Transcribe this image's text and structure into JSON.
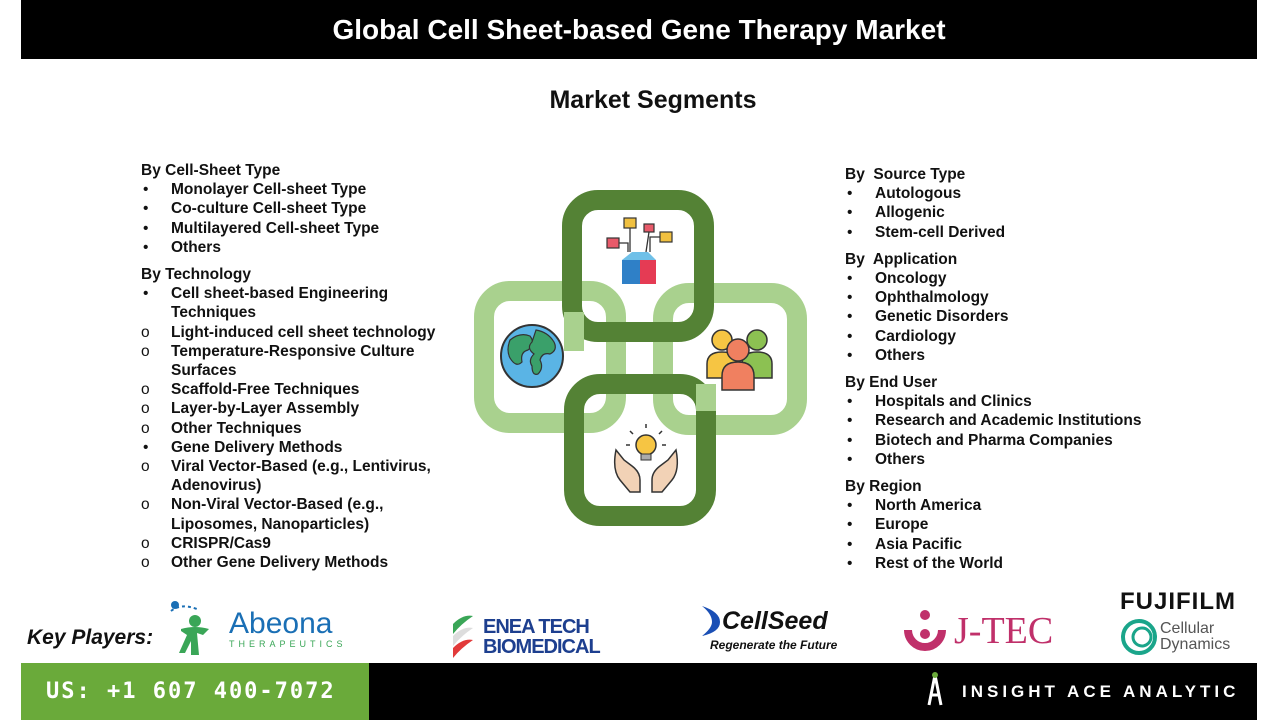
{
  "title": "Global Cell Sheet-based Gene Therapy Market",
  "segments_heading": "Market Segments",
  "left_groups": [
    {
      "title": "By Cell-Sheet Type",
      "items": [
        {
          "marker": "•",
          "text": "Monolayer Cell-sheet Type"
        },
        {
          "marker": "•",
          "text": "Co-culture Cell-sheet Type"
        },
        {
          "marker": "•",
          "text": "Multilayered Cell-sheet Type"
        },
        {
          "marker": "•",
          "text": "Others"
        }
      ]
    },
    {
      "title": "By Technology",
      "items": [
        {
          "marker": "•",
          "text": "Cell sheet-based Engineering Techniques"
        },
        {
          "marker": "o",
          "text": "Light-induced cell sheet technology"
        },
        {
          "marker": "o",
          "text": "Temperature-Responsive Culture Surfaces"
        },
        {
          "marker": "o",
          "text": "Scaffold-Free Techniques"
        },
        {
          "marker": "o",
          "text": "Layer-by-Layer Assembly"
        },
        {
          "marker": "o",
          "text": "Other Techniques"
        },
        {
          "marker": "•",
          "text": "Gene Delivery Methods"
        },
        {
          "marker": "o",
          "text": "Viral Vector-Based (e.g., Lentivirus, Adenovirus)"
        },
        {
          "marker": "o",
          "text": "Non-Viral Vector-Based (e.g., Liposomes, Nanoparticles)"
        },
        {
          "marker": "o",
          "text": "CRISPR/Cas9"
        },
        {
          "marker": "o",
          "text": "Other Gene Delivery Methods"
        }
      ]
    }
  ],
  "right_groups": [
    {
      "title": "By  Source Type",
      "items": [
        {
          "marker": "•",
          "text": "Autologous"
        },
        {
          "marker": "•",
          "text": "Allogenic"
        },
        {
          "marker": "•",
          "text": "Stem-cell Derived"
        }
      ]
    },
    {
      "title": "By  Application",
      "items": [
        {
          "marker": "•",
          "text": "Oncology"
        },
        {
          "marker": "•",
          "text": "Ophthalmology"
        },
        {
          "marker": "•",
          "text": "Genetic Disorders"
        },
        {
          "marker": "•",
          "text": "Cardiology"
        },
        {
          "marker": "•",
          "text": "Others"
        }
      ]
    },
    {
      "title": "By End User",
      "items": [
        {
          "marker": "•",
          "text": "Hospitals and Clinics"
        },
        {
          "marker": "•",
          "text": "Research and Academic Institutions"
        },
        {
          "marker": "•",
          "text": "Biotech and Pharma Companies"
        },
        {
          "marker": "•",
          "text": "Others"
        }
      ]
    },
    {
      "title": "By Region",
      "items": [
        {
          "marker": "•",
          "text": "North America"
        },
        {
          "marker": "•",
          "text": "Europe"
        },
        {
          "marker": "•",
          "text": "Asia Pacific"
        },
        {
          "marker": "•",
          "text": "Rest of the World"
        }
      ]
    }
  ],
  "key_players_label": "Key Players:",
  "logos": {
    "abeona": {
      "name": "Abeona",
      "sub": "THERAPEUTICS"
    },
    "enea": {
      "line1": "ENEA TECH",
      "line2": "BIOMEDICAL"
    },
    "cellseed": {
      "name": "CellSeed",
      "tagline": "Regenerate the Future"
    },
    "jtec": {
      "name": "J-TEC"
    },
    "fujifilm": {
      "name": "FUJIFILM",
      "sub1": "Cellular",
      "sub2": "Dynamics"
    }
  },
  "footer": {
    "phone": "US: +1 607 400-7072",
    "brand": "INSIGHT ACE ANALYTIC"
  },
  "colors": {
    "dark_green": "#548235",
    "light_green": "#a9d18e",
    "footer_green": "#6aaa3a",
    "abeona_blue": "#1a6fb5",
    "enea_blue": "#1d3f8f",
    "jtec_red": "#c0306a"
  }
}
